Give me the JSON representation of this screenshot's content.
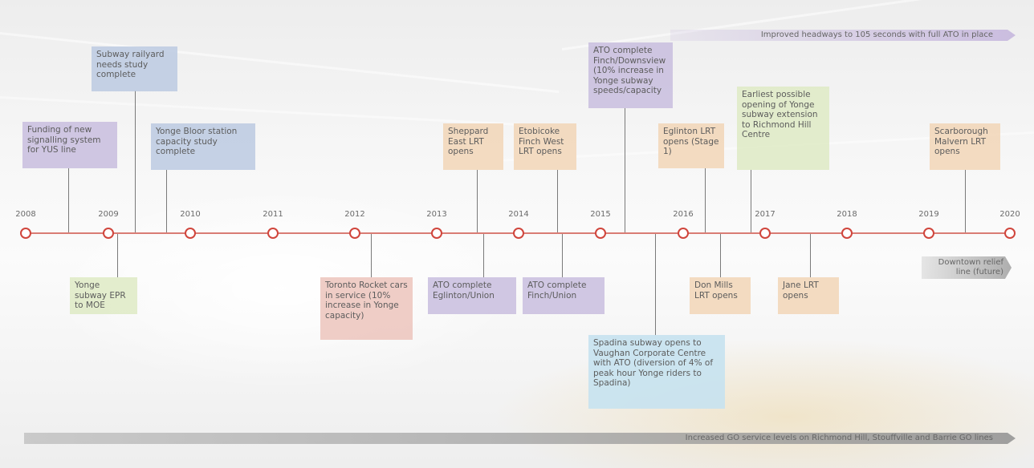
{
  "timeline": {
    "years": [
      "2008",
      "2009",
      "2010",
      "2011",
      "2012",
      "2013",
      "2014",
      "2015",
      "2016",
      "2017",
      "2018",
      "2019",
      "2020"
    ]
  },
  "milestones_above": {
    "funding": "Funding of new signalling system for YUS line",
    "railyard": "Subway railyard needs study complete",
    "bloor": "Yonge Bloor station capacity study complete",
    "sheppard": "Sheppard East LRT opens",
    "finch_west": "Etobicoke Finch West LRT opens",
    "ato_finch_downsview": "ATO complete Finch/Downsview (10% increase in Yonge subway speeds/capacity",
    "eglinton": "Eglinton LRT opens (Stage 1)",
    "richmond_hill": "Earliest possible opening of Yonge subway extension to Richmond Hill Centre",
    "scarborough": "Scarborough Malvern LRT opens"
  },
  "milestones_below": {
    "epr": "Yonge subway EPR to MOE",
    "toronto_rocket": "Toronto Rocket cars in service (10% increase in Yonge capacity)",
    "ato_eglinton": "ATO complete Eglinton/Union",
    "ato_finch_union": "ATO complete Finch/Union",
    "spadina": "Spadina subway opens to Vaughan Corporate Centre with ATO (diversion of 4% of peak hour Yonge riders to Spadina)",
    "don_mills": "Don Mills LRT opens",
    "jane": "Jane LRT opens"
  },
  "arrows": {
    "headways": "Improved headways to 105 seconds with full ATO in place",
    "relief_line": "Downtown relief line (future)",
    "go_service": "Increased GO service levels on Richmond Hill, Stouffville and Barrie GO lines"
  },
  "colors": {
    "axis_dot": "#d0453c",
    "purple": "#c4b8dc",
    "blue": "#b9c8e1",
    "orange": "#f2d4b4",
    "green": "#deeac4",
    "pink": "#ecc4bc",
    "cyan": "#c6e2f0"
  }
}
